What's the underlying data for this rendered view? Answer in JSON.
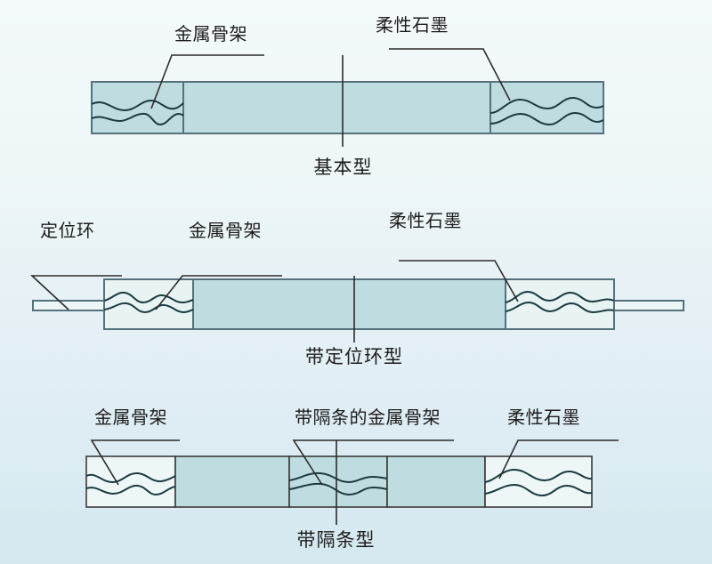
{
  "figure": {
    "background_top": "#f4fafb",
    "background_bottom": "#d5e8f0",
    "graphite_fill": "#bfdde1",
    "metal_fill": "#e8f3f4",
    "outline_color": "#4e6b70",
    "wave_color": "#1c3b40",
    "leader_color": "#2b2b2b"
  },
  "diagrams": [
    {
      "id": "basic",
      "caption": "基本型",
      "labels": [
        {
          "name": "金属骨架"
        },
        {
          "name": "柔性石墨"
        }
      ]
    },
    {
      "id": "with-locating-ring",
      "caption": "带定位环型",
      "labels": [
        {
          "name": "定位环"
        },
        {
          "name": "金属骨架"
        },
        {
          "name": "柔性石墨"
        }
      ]
    },
    {
      "id": "with-spacer-bar",
      "caption": "带隔条型",
      "labels": [
        {
          "name": "金属骨架"
        },
        {
          "name": "带隔条的金属骨架"
        },
        {
          "name": "柔性石墨"
        }
      ]
    }
  ]
}
